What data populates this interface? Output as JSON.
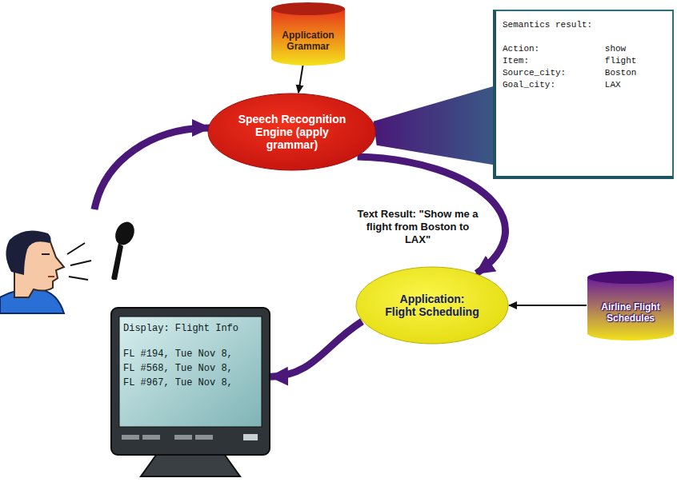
{
  "diagram": {
    "nodes": [
      {
        "text": [
          "Application Grammar"
        ]
      },
      {
        "text": [
          "Speech Recognition Engine (apply grammar)"
        ]
      },
      {
        "text": [
          "Semantics result:",
          "Action:",
          "show",
          "Item:",
          "flight",
          "Source_city:",
          "Boston",
          "Goal_city:",
          "LAX"
        ]
      },
      {
        "text": [
          "Application: Flight Scheduling"
        ]
      },
      {
        "text": [
          "Airline Flight Schedules"
        ]
      },
      {
        "text": [
          "Display: Flight Info",
          "FL #194, Tue Nov 8,",
          "FL #568, Tue Nov 8,",
          "FL #967, Tue Nov 8,"
        ]
      }
    ],
    "edges": [
      {
        "from": 0,
        "to": 1,
        "arrow": "to"
      },
      {
        "from": 1,
        "to": 3,
        "label": "Text Result: \"Show me a flight from Boston to LAX\"",
        "arrow": "to"
      },
      {
        "from": 1,
        "to": 2,
        "arrow": "none"
      },
      {
        "from": 4,
        "to": 3,
        "arrow": "to"
      },
      {
        "from": 3,
        "to": 5,
        "arrow": "to"
      }
    ]
  }
}
